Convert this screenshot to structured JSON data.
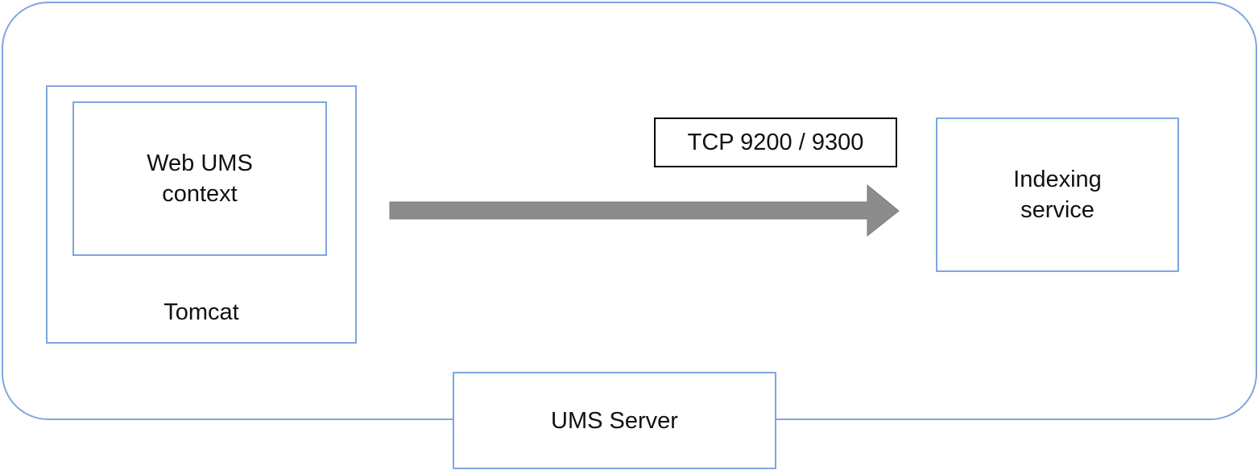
{
  "diagram": {
    "context_lines": [
      "Web UMS",
      "context"
    ],
    "tomcat_label": "Tomcat",
    "connection_label": "TCP 9200 / 9300",
    "indexing_lines": [
      "Indexing",
      "service"
    ],
    "server_label": "UMS Server",
    "colors": {
      "border_blue": "#7ea6e0",
      "arrow_fill": "#8c8c8c",
      "arrow_stroke": "#7a7a7a"
    }
  }
}
